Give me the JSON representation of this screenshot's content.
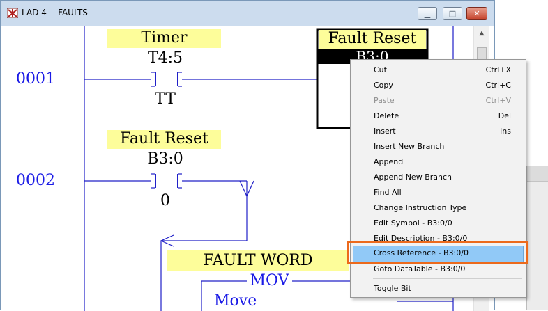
{
  "window": {
    "title": "LAD 4 -- FAULTS",
    "controls": {
      "minimize": "▁",
      "maximize": "□",
      "close": "✕"
    }
  },
  "scrollbar": {
    "up_arrow": "▲"
  },
  "rungs": [
    {
      "number": "0001",
      "contact": {
        "label": "Timer",
        "address": "T4:5",
        "bit": "TT"
      },
      "output": {
        "label": "Fault Reset",
        "address": "B3:0"
      }
    },
    {
      "number": "0002",
      "contact": {
        "label": "Fault Reset",
        "address": "B3:0",
        "bit": "0"
      },
      "mov": {
        "label": "FAULT WORD",
        "name": "MOV",
        "description": "Move"
      }
    }
  ],
  "context_menu": {
    "items": [
      {
        "label": "Cut",
        "shortcut": "Ctrl+X",
        "enabled": true
      },
      {
        "label": "Copy",
        "shortcut": "Ctrl+C",
        "enabled": true
      },
      {
        "label": "Paste",
        "shortcut": "Ctrl+V",
        "enabled": false
      },
      {
        "label": "Delete",
        "shortcut": "Del",
        "enabled": true
      },
      {
        "label": "Insert",
        "shortcut": "Ins",
        "enabled": true
      },
      {
        "label": "Insert New Branch",
        "shortcut": "",
        "enabled": true
      },
      {
        "label": "Append",
        "shortcut": "",
        "enabled": true
      },
      {
        "label": "Append New Branch",
        "shortcut": "",
        "enabled": true
      },
      {
        "label": "Find All",
        "shortcut": "",
        "enabled": true
      },
      {
        "label": "Change Instruction Type",
        "shortcut": "",
        "enabled": true
      },
      {
        "label": "Edit Symbol - B3:0/0",
        "shortcut": "",
        "enabled": true
      },
      {
        "label": "Edit Description - B3:0/0",
        "shortcut": "",
        "enabled": true
      },
      {
        "label": "Cross Reference - B3:0/0",
        "shortcut": "",
        "enabled": true,
        "highlighted": true
      },
      {
        "label": "Goto DataTable - B3:0/0",
        "shortcut": "",
        "enabled": true
      },
      {
        "label": "Toggle Bit",
        "shortcut": "",
        "enabled": true
      }
    ]
  },
  "colors": {
    "rung_number": "#1a1ae6",
    "label_bg": "#fdfd9a",
    "highlight": "#91c9f7",
    "callout_border": "#ec6a1c"
  }
}
